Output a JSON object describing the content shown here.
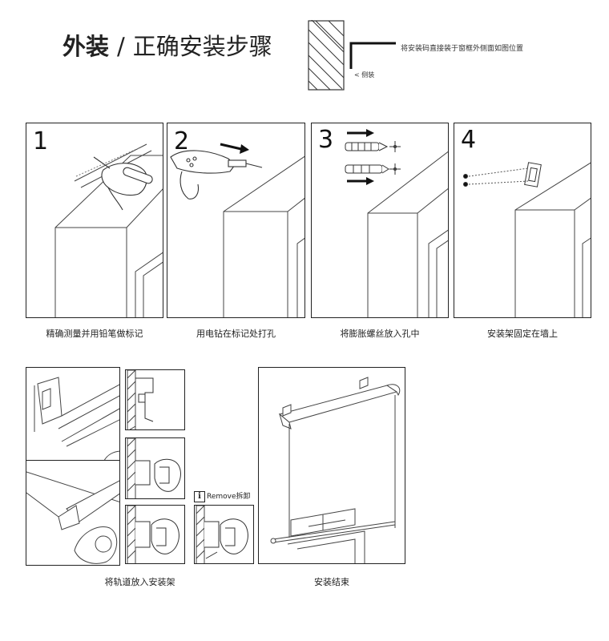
{
  "header": {
    "title_strong": "外装",
    "title_sep": "/",
    "title_light": "正确安装步骤",
    "note_right": "将安装码直接装于窗框外侧面如图位置",
    "note_side": "侧装"
  },
  "steps": [
    {
      "num": "1",
      "caption": "精确测量并用铅笔做标记"
    },
    {
      "num": "2",
      "caption": "用电钻在标记处打孔"
    },
    {
      "num": "3",
      "caption": "将膨胀螺丝放入孔中"
    },
    {
      "num": "4",
      "caption": "安装架固定在墙上"
    }
  ],
  "bottom": {
    "left_caption": "将轨道放入安装架",
    "right_caption": "安装结束",
    "remove_icon": "i",
    "remove_label": "Remove拆卸"
  },
  "colors": {
    "line": "#222222",
    "stroke": "#444444"
  },
  "icons": [
    "hatched-wall-icon",
    "bracket-corner-icon",
    "arrow-right-icon",
    "drill-icon",
    "pencil-hand-icon",
    "screw-anchor-icon",
    "bracket-icon",
    "info-icon"
  ]
}
